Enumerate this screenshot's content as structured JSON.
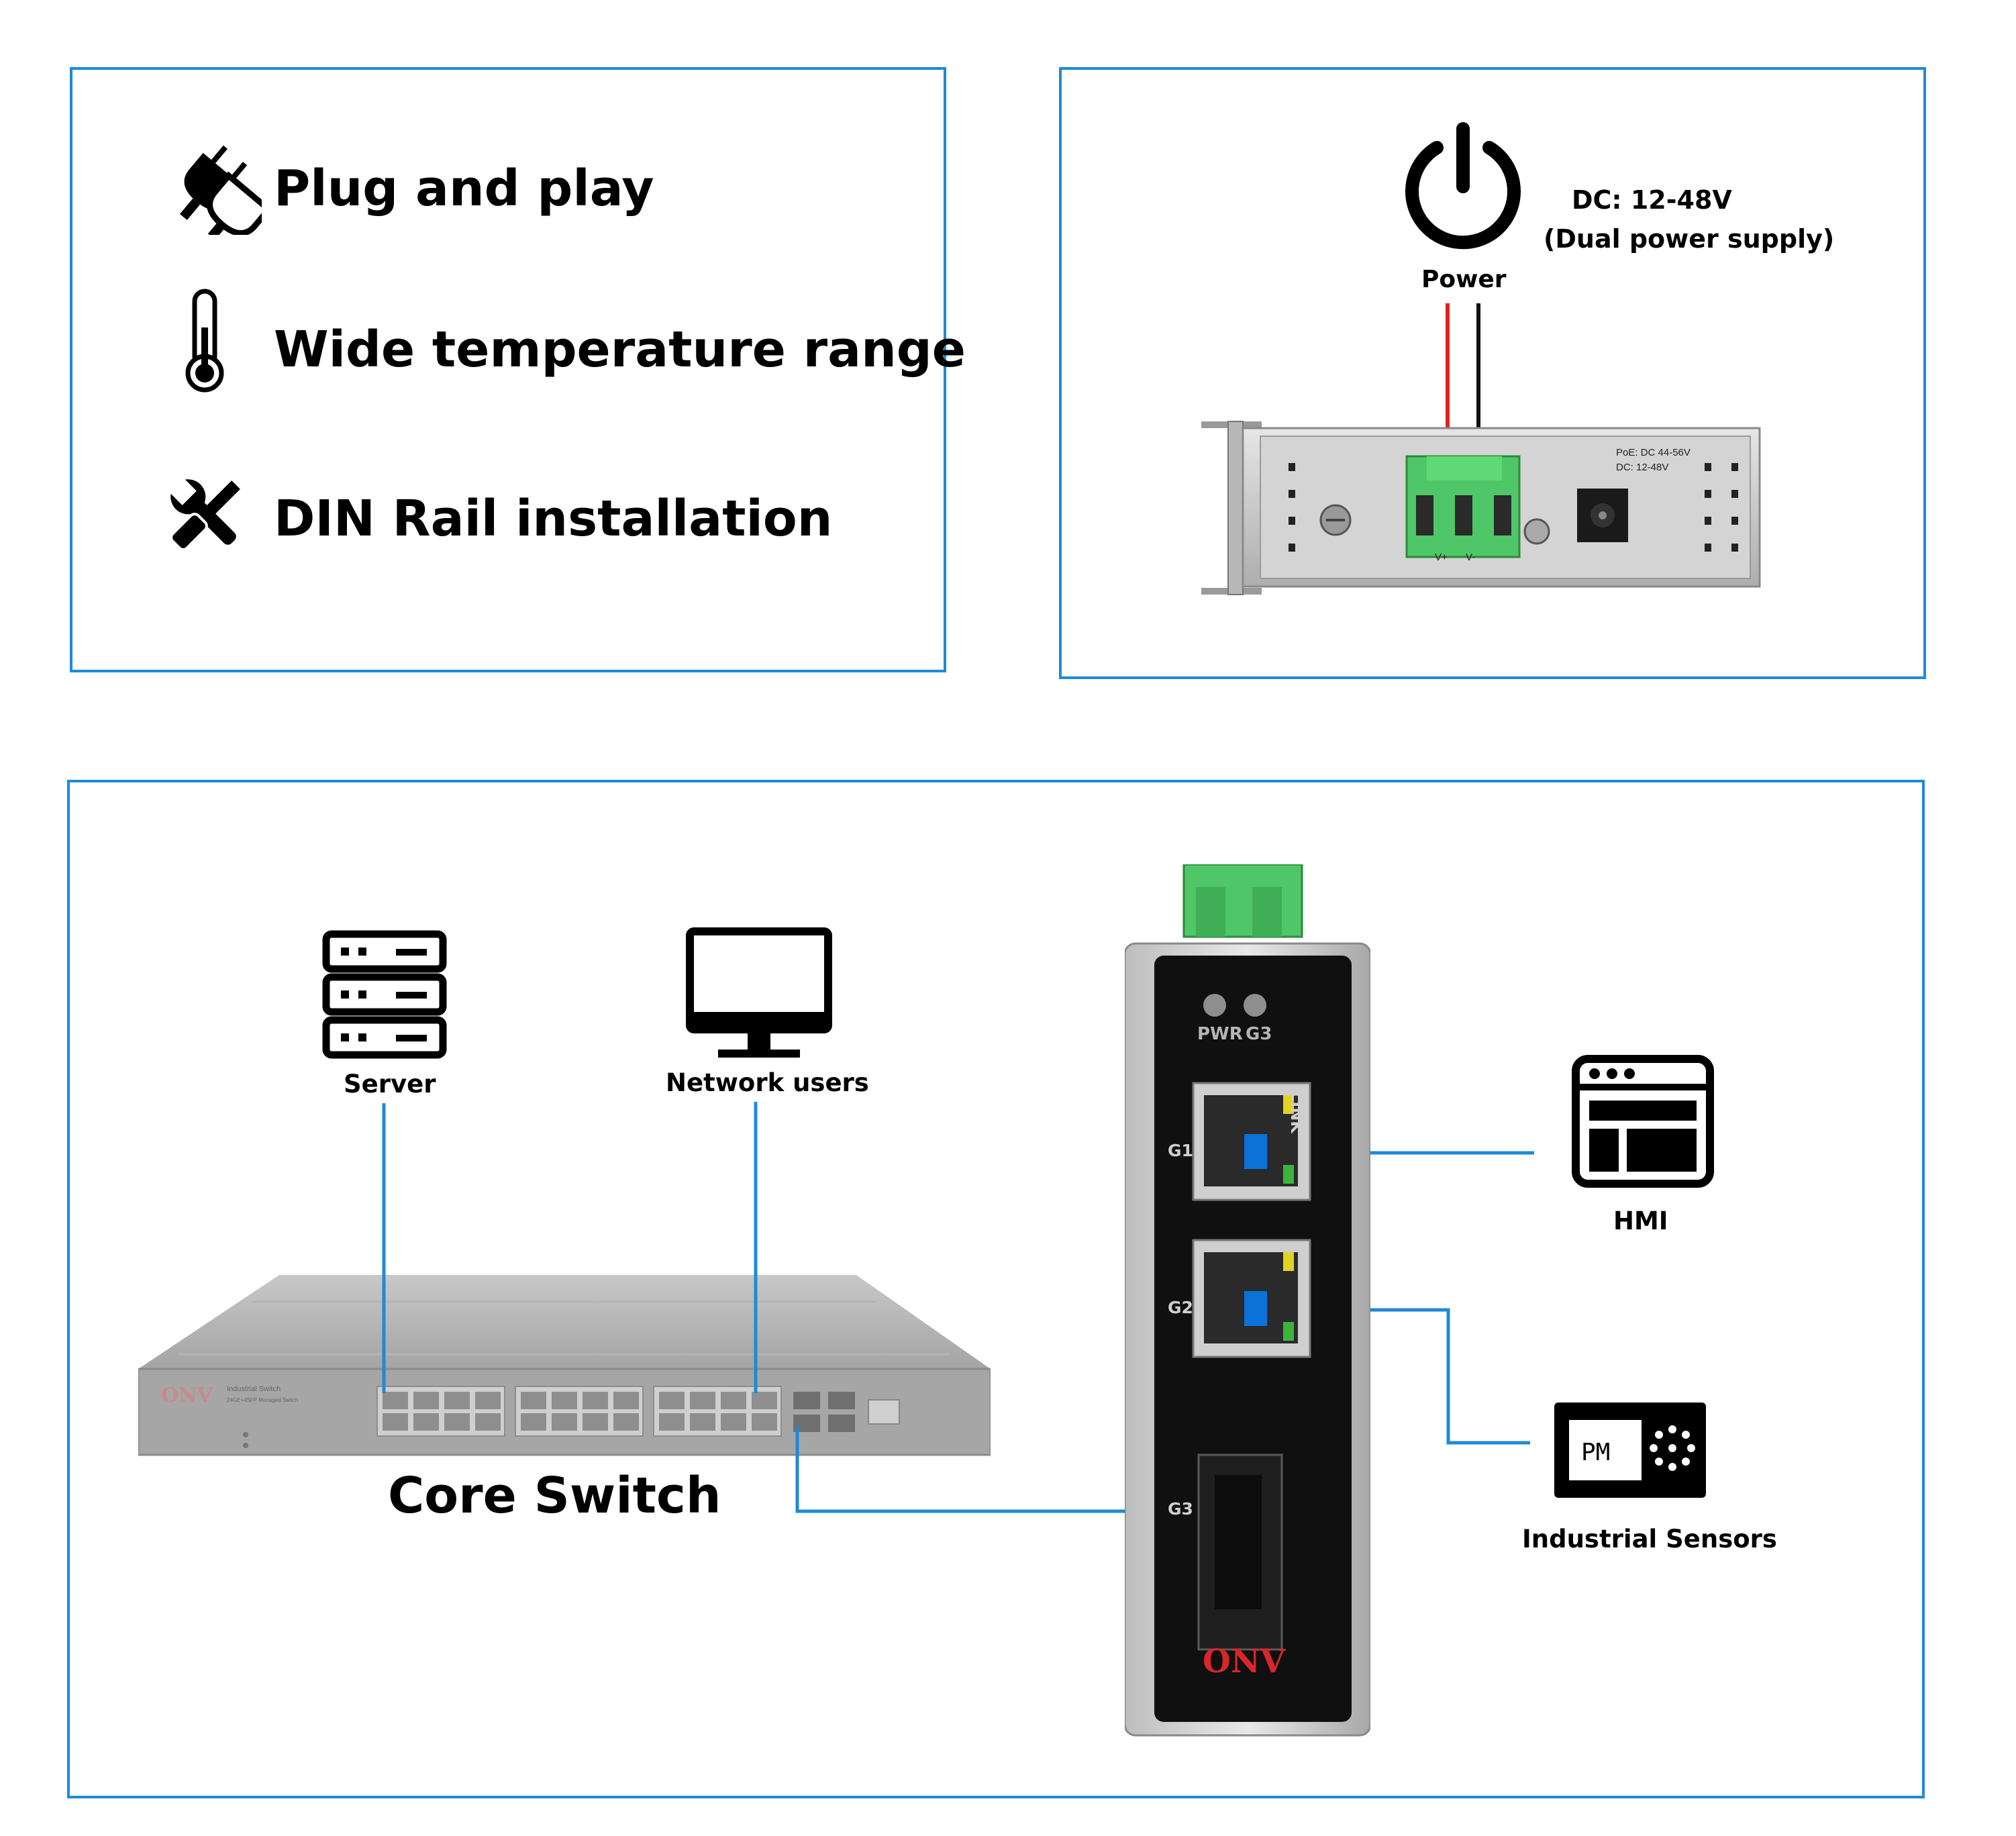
{
  "features": [
    {
      "label": "Plug and play",
      "icon": "plug-icon"
    },
    {
      "label": "Wide temperature range",
      "icon": "thermometer-icon"
    },
    {
      "label": "DIN Rail installation",
      "icon": "tools-icon"
    }
  ],
  "power": {
    "title": "Power",
    "voltage": "DC: 12-48V",
    "note": "(Dual power supply)",
    "device_labels": {
      "poe": "PoE: DC 44-56V",
      "dc": "DC: 12-48V",
      "vplus": "V+",
      "vminus": "V-"
    }
  },
  "topology": {
    "server_label": "Server",
    "users_label": "Network users",
    "core_label": "Core Switch",
    "hmi_label": "HMI",
    "sensors_label": "Industrial Sensors",
    "sensor_display": "PM",
    "switch_brand": "ONV",
    "core_brand": "ONV",
    "core_model": "Industrial Switch",
    "core_sub": "24GE+4SFP Managed Switch",
    "led_pwr": "PWR",
    "led_g3": "G3",
    "link": "LINK",
    "port_g1": "G1",
    "port_g2": "G2",
    "port_g3": "G3"
  },
  "colors": {
    "border": "#1f8ad6",
    "line": "#1f8ad6",
    "port_highlight": "#0a72d8",
    "terminal_green": "#4fc768",
    "wire_red": "#e02020",
    "brand_red": "#d8262a"
  }
}
